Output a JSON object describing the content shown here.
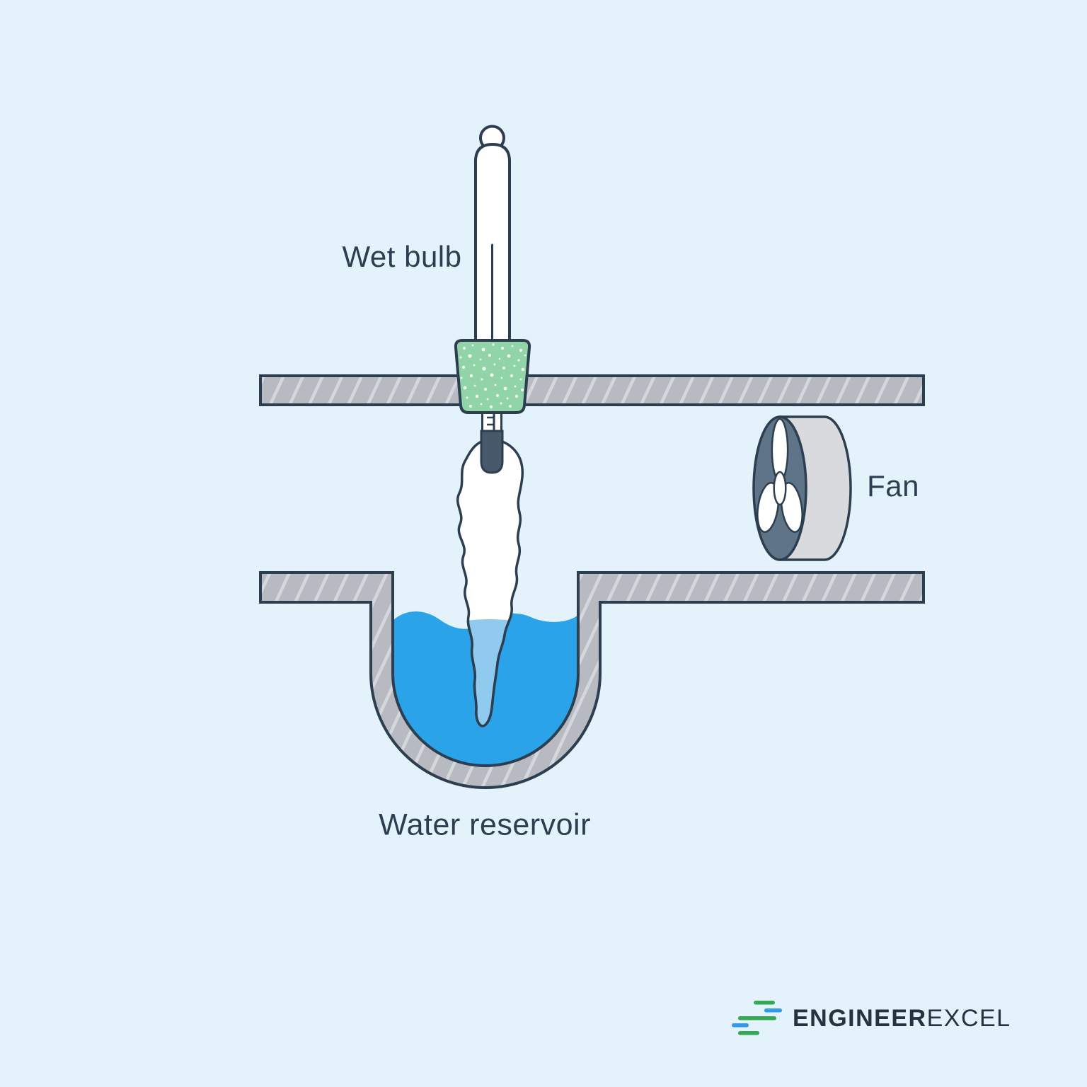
{
  "labels": {
    "wet_bulb": "Wet bulb",
    "fan": "Fan",
    "water_reservoir": "Water reservoir"
  },
  "brand": {
    "name_bold": "ENGINEER",
    "name_light": "EXCEL"
  },
  "icons": {
    "fan": "fan-cylinder-icon",
    "thermometer": "wet-bulb-thermometer-icon",
    "logo_mark": "gantt-bars-icon"
  },
  "colors": {
    "background": "#E4F2FB",
    "outline": "#2D3E50",
    "wall_fill": "#B7BBC1",
    "wall_stripe": "#D4D7DB",
    "water": "#2AA3E9",
    "wet_wick": "#90CAEF",
    "wick_dry": "#FFFFFF",
    "stopper_green": "#90D4A7",
    "bulb_slate": "#47596B",
    "fan_ring": "#5F7487",
    "fan_body": "#D8DADE",
    "label_text": "#2D3E50",
    "logo_green": "#35A853",
    "logo_blue": "#2F9BE8",
    "logo_text": "#28323E"
  }
}
